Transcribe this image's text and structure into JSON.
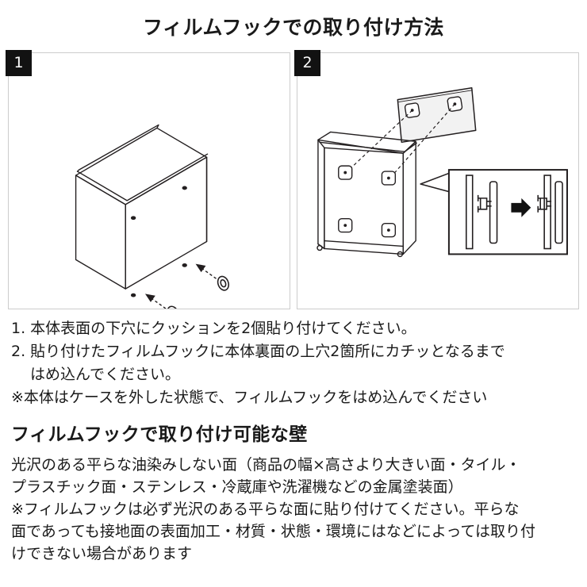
{
  "title": "フィルムフックでの取り付け方法",
  "panels": [
    {
      "badge": "1",
      "name": "step-1-cushion-attachment"
    },
    {
      "badge": "2",
      "name": "step-2-film-hook-engagement"
    }
  ],
  "instructions": [
    "1. 本体表面の下穴にクッションを2個貼り付けてください。",
    "2. 貼り付けたフィルムフックに本体裏面の上穴2箇所にカチッとなるまで",
    "はめ込んでください。",
    "※本体はケースを外した状態で、フィルムフックをはめ込んでください"
  ],
  "wall_section": {
    "heading": "フィルムフックで取り付け可能な壁",
    "lines": [
      "光沢のある平らな油染みしない面（商品の幅×高さより大きい面・タイル・",
      "プラスチック面・ステンレス・冷蔵庫や洗濯機などの金属塗装面）",
      "※フィルムフックは必ず光沢のある平らな面に貼り付けてください。平らな",
      "面であっても接地面の表面加工・材質・状態・環境にはなどによっては取り付",
      "けできない場合があります"
    ]
  },
  "colors": {
    "background": "#ffffff",
    "text": "#1a1a1a",
    "panel_border": "#cccccc",
    "badge_background": "#121212",
    "badge_text": "#ffffff",
    "line_art": "#231f20",
    "hook_strip_fill": "#f2f2f2"
  }
}
